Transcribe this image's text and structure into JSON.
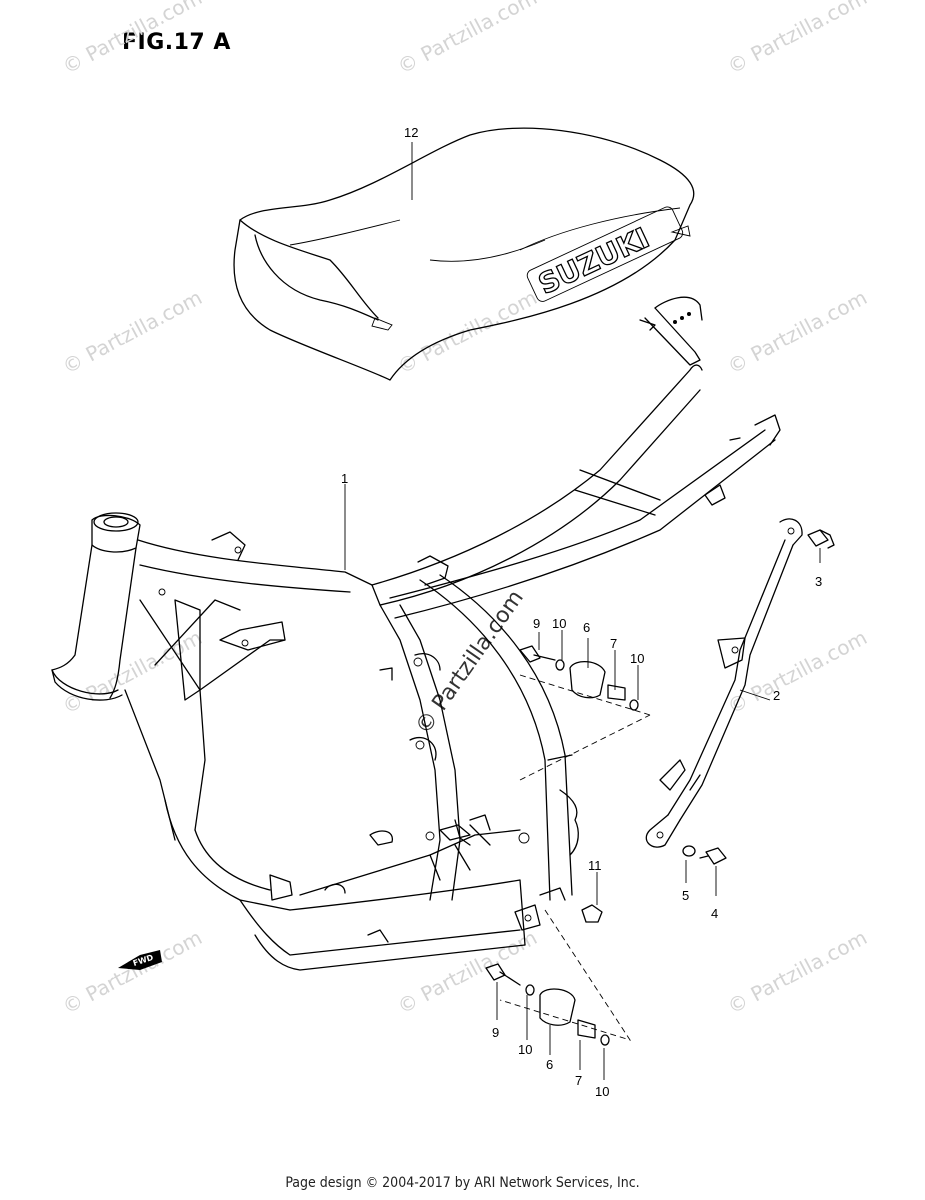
{
  "figure": {
    "title": "FIG.17 A"
  },
  "watermark": {
    "text": "© Partzilla.com",
    "center_text": "© Partzilla.com"
  },
  "seat": {
    "brand_text": "SUZUKI"
  },
  "fwd_label": "FWD",
  "callouts": {
    "c1": "1",
    "c2": "2",
    "c3": "3",
    "c4": "4",
    "c5": "5",
    "c6a": "6",
    "c6b": "6",
    "c7a": "7",
    "c7b": "7",
    "c9": "9",
    "c10a": "10",
    "c10b": "10",
    "c10c": "10",
    "c10d": "10",
    "c11": "11",
    "c12": "12"
  },
  "footer": {
    "text": "Page design © 2004-2017 by ARI Network Services, Inc."
  }
}
